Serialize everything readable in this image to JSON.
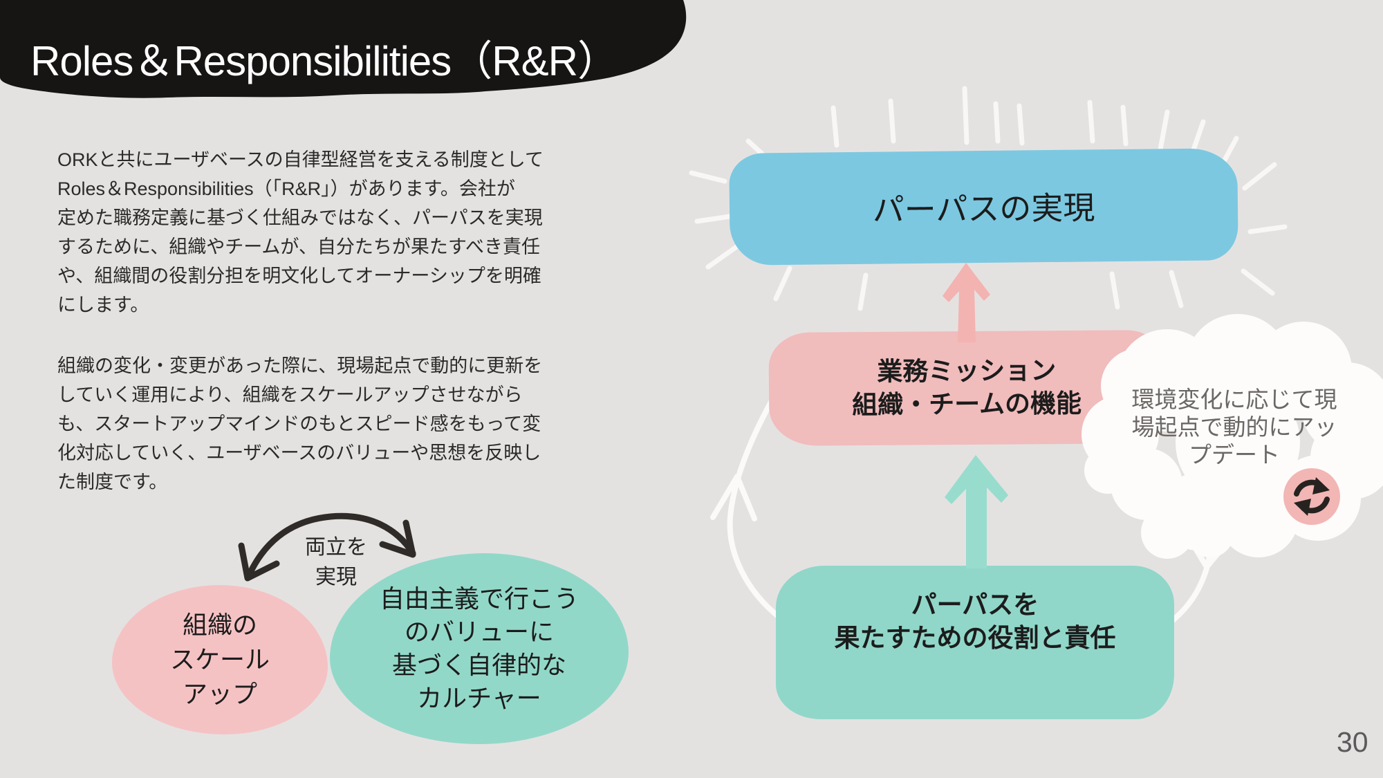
{
  "slide": {
    "title": "Roles＆Responsibilities（R&R）",
    "page_number": "30",
    "intro": {
      "paragraph1": "ORKと共にユーザベースの自律型経営を支える制度として\nRoles＆Responsibilities（「R&R」）があります。会社が\n定めた職務定義に基づく仕組みではなく、パーパスを実現\nするために、組織やチームが、自分たちが果たすべき責任\nや、組織間の役割分担を明文化してオーナーシップを明確\nにします。",
      "paragraph2": "組織の変化・変更があった際に、現場起点で動的に更新を\nしていく運用により、組織をスケールアップさせながら\nも、スタートアップマインドのもとスピード感をもって変\n化対応していく、ユーザベースのバリューや思想を反映し\nた制度です。"
    },
    "balance_diagram": {
      "arrow_label": "両立を\n実現",
      "scale_blob": "組織の\nスケール\nアップ",
      "culture_blob": "自由主義で行こう\nのバリューに\n基づく自律的な\nカルチャー"
    },
    "purpose_diagram": {
      "purpose_blob": "パーパスの実現",
      "mission_blob": "業務ミッション\n組織・チームの機能",
      "roles_blob": "パーパスを\n果たすための役割と責任",
      "cloud_note": "環境変化に応じて現\n場起点で動的にアッ\nプデート"
    },
    "icons": {
      "refresh_icon": "refresh-cycle-arrows",
      "balance_arrow": "curved-double-headed-arrow",
      "cycle_arrows": "white-cycle-arrows",
      "sparkle_rays": "white-sparkle-rays"
    },
    "colors": {
      "background": "#e4e2e1",
      "header_black": "#161514",
      "title_white": "#ffffff",
      "blue": "#7cc8e1",
      "pink": "#f1bcbc",
      "teal": "#90d7c9",
      "pink_light": "#f5c2c4",
      "teal_light": "#92d8c9",
      "pink_arrow": "#f3b3b0",
      "teal_arrow": "#98dccd",
      "cloud_white": "#fdfcfb",
      "cloud_text_gray": "#6b6764",
      "ink_black": "#2e2b28",
      "page_number_gray": "#5a5a5a"
    }
  }
}
